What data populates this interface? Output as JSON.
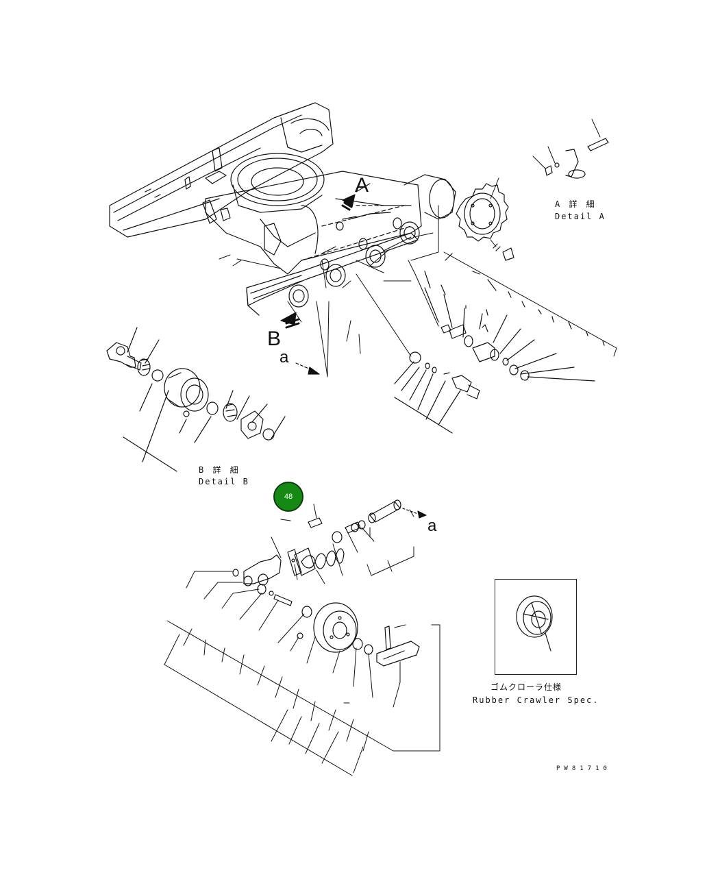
{
  "callout_badge": {
    "number": "48"
  },
  "view_markers": {
    "A": "A",
    "B": "B",
    "a_upper": "a",
    "a_right": "a"
  },
  "detail_a": {
    "jp": "A 詳 細",
    "en": "Detail A"
  },
  "detail_b": {
    "jp": "B 詳 細",
    "en": "Detail B"
  },
  "rubber_crawler": {
    "jp": "ゴムクローラ仕様",
    "en": "Rubber Crawler Spec."
  },
  "drawing_code": "PW81710",
  "colors": {
    "line": "#111111",
    "badge_fill": "#148a14",
    "badge_text": "#ffffff"
  }
}
